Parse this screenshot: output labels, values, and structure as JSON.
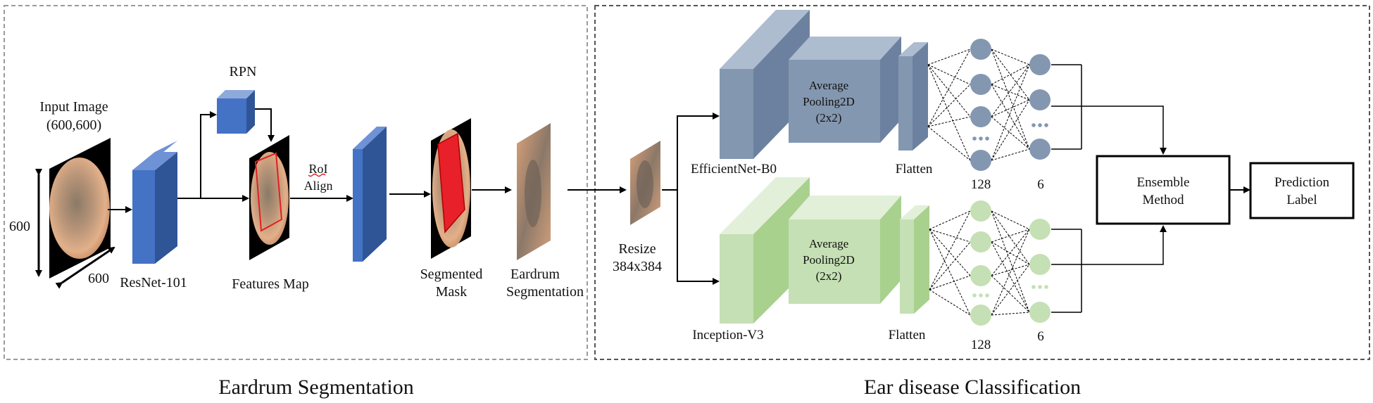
{
  "panels": {
    "segmentation_caption": "Eardrum Segmentation",
    "classification_caption": "Ear disease Classification"
  },
  "segmentation": {
    "input_image_label_line1": "Input Image",
    "input_image_label_line2": "(600,600)",
    "dim_vertical": "600",
    "dim_depth": "600",
    "resnet_label": "ResNet-101",
    "rpn_label": "RPN",
    "features_map_label": "Features Map",
    "roi_align_line1": "RoI",
    "roi_align_line2": "Align",
    "segmented_mask_line1": "Segmented",
    "segmented_mask_line2": "Mask",
    "eardrum_seg_line1": "Eardrum",
    "eardrum_seg_line2": "Segmentation"
  },
  "classification": {
    "resize_line1": "Resize",
    "resize_line2": "384x384",
    "efficientnet_label": "EfficientNet-B0",
    "inception_label": "Inception-V3",
    "avg_pool_line1": "Average",
    "avg_pool_line2": "Pooling2D",
    "avg_pool_line3": "(2x2)",
    "flatten_label": "Flatten",
    "dense_top_count": "128",
    "output_top_count": "6",
    "dense_bottom_count": "128",
    "output_bottom_count": "6",
    "ensemble_line1": "Ensemble",
    "ensemble_line2": "Method",
    "prediction_line1": "Prediction",
    "prediction_line2": "Label"
  },
  "colors": {
    "resnet_blue": "#4472c4",
    "efficientnet_gray": "#8497b0",
    "inception_green": "#c5e0b4",
    "mask_red": "#e8202a",
    "dashed_border": "#9a9a9a"
  }
}
